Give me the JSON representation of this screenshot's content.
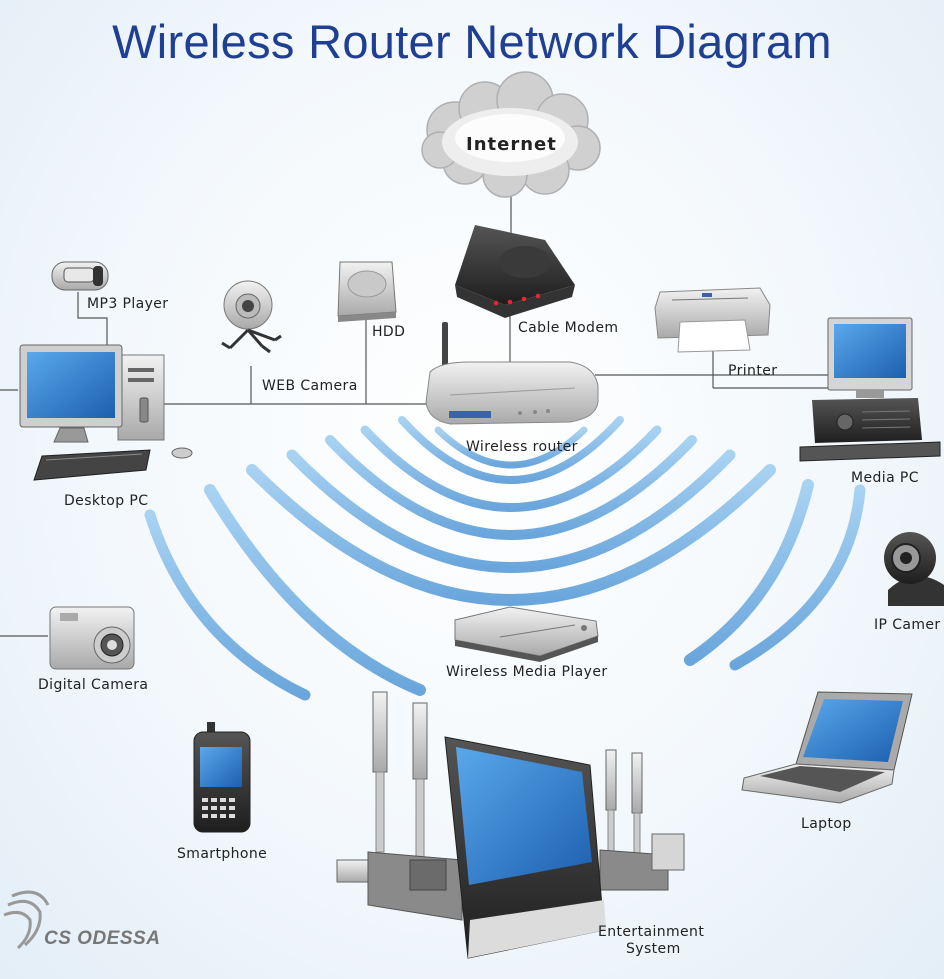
{
  "title": "Wireless Router Network Diagram",
  "nodes": {
    "internet": "Internet",
    "cable_modem": "Cable Modem",
    "wireless_router": "Wireless router",
    "mp3_player": "MP3 Player",
    "web_camera": "WEB Camera",
    "hdd": "HDD",
    "printer": "Printer",
    "desktop_pc": "Desktop PC",
    "media_pc": "Media PC",
    "ip_camera": "IP Camer",
    "digital_camera": "Digital Camera",
    "wireless_media_player": "Wireless Media Player",
    "smartphone": "Smartphone",
    "laptop": "Laptop",
    "entertainment_line1": "Entertainment",
    "entertainment_line2": "System"
  },
  "logo": {
    "text": "CS ODESSA"
  },
  "colors": {
    "title": "#1f3f93",
    "wave": "#7fb6e2",
    "screen": "#2d7fd0",
    "line": "#555555"
  },
  "icons": [
    "cloud-icon",
    "modem-icon",
    "router-icon",
    "mp3-player-icon",
    "web-camera-icon",
    "hdd-icon",
    "printer-icon",
    "desktop-pc-icon",
    "media-pc-icon",
    "ip-camera-icon",
    "digital-camera-icon",
    "media-player-icon",
    "smartphone-icon",
    "laptop-icon",
    "entertainment-system-icon"
  ]
}
